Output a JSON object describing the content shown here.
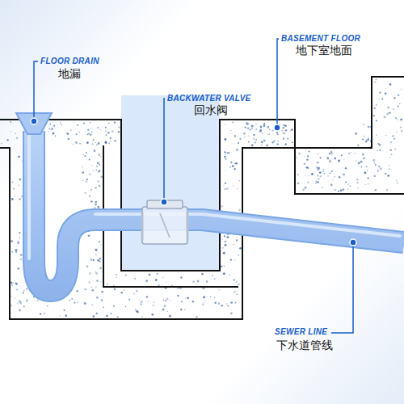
{
  "diagram": {
    "labels": [
      "FLOOR DRAIN",
      "地漏",
      "BACKWATER VALVE",
      "回水阀",
      "BASEMENT FLOOR",
      "地下室地面",
      "SEWER LINE",
      "下水道管线"
    ]
  }
}
